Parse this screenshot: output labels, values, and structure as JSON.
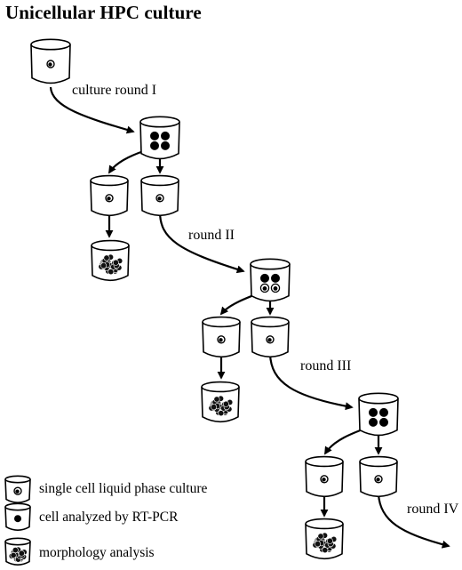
{
  "title": "Unicellular HPC culture",
  "rounds": [
    "culture round I",
    "round II",
    "round III",
    "round IV"
  ],
  "legend": [
    {
      "icon": "single-cell-dish-icon",
      "text": "single cell liquid phase culture"
    },
    {
      "icon": "rtpcr-cell-dish-icon",
      "text": "cell analyzed by RT-PCR"
    },
    {
      "icon": "colony-dish-icon",
      "text": "morphology analysis"
    }
  ],
  "colors": {
    "ink": "#000000",
    "background": "#ffffff"
  }
}
